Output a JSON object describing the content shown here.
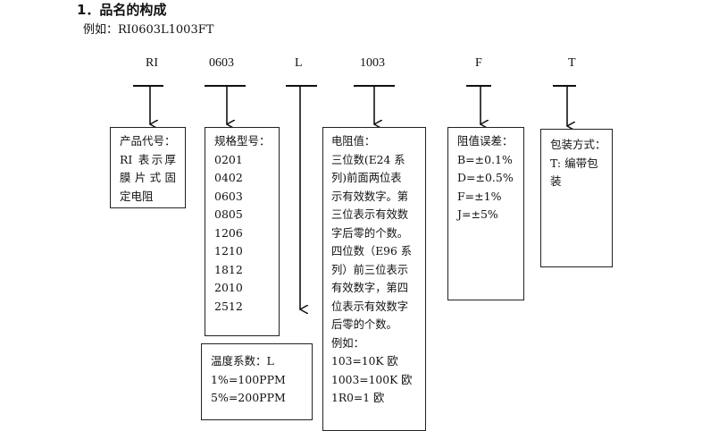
{
  "heading": "1．品名的构成",
  "example": "例如：RI0603L1003FT",
  "codes": [
    "RI",
    "0603",
    "L",
    "1003",
    "F",
    "T"
  ],
  "boxes": {
    "product": {
      "title": "产品代号：",
      "lines": [
        "RI 表示厚",
        "膜片式固",
        "定电阻"
      ]
    },
    "size": {
      "title": "规格型号：",
      "lines": [
        "0201",
        "0402",
        "0603",
        "0805",
        "1206",
        "1210",
        "1812",
        "2010",
        "2512"
      ]
    },
    "tcr": {
      "title": "温度系数：L",
      "lines": [
        "1%=100PPM",
        "5%=200PPM"
      ]
    },
    "resistance": {
      "title": "电阻值：",
      "lines": [
        "三位数(E24  系",
        "列)前面两位表",
        "示有效数字。第",
        "三位表示有效数",
        "字后零的个数。",
        "四位数（E96  系",
        "列）前三位表示",
        "有效数字，第四",
        "位表示有效数字",
        "后零的个数。",
        "例如：",
        "103=10K 欧",
        "1003=100K 欧",
        "1R0=1 欧"
      ]
    },
    "tolerance": {
      "title": "阻值误差：",
      "lines": [
        "B=±0.1%",
        "D=±0.5%",
        "F=±1%",
        "J=±5%"
      ]
    },
    "packing": {
      "title": "包装方式：",
      "lines": [
        "T: 编带包",
        "装"
      ]
    }
  }
}
